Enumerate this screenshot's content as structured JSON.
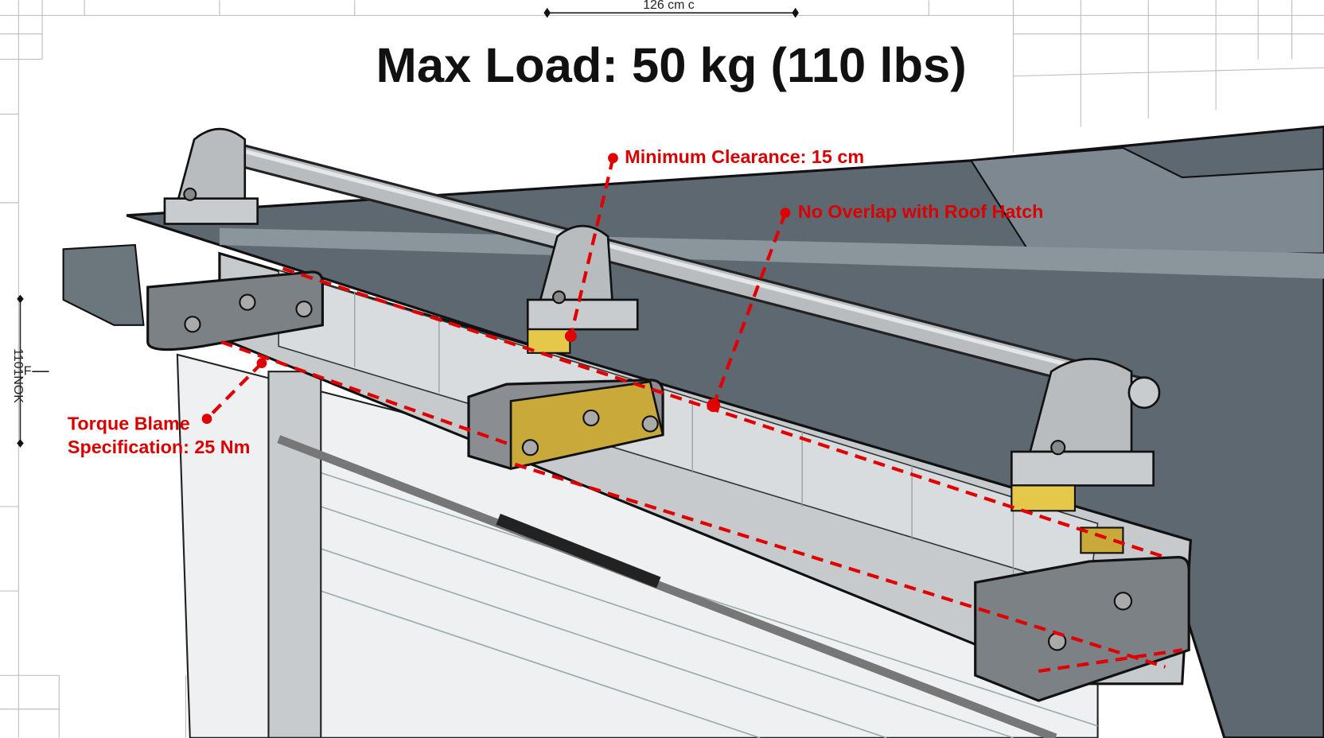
{
  "title": "Max Load: 50 kg (110 lbs)",
  "dimensions": {
    "top": "126 cm c",
    "left": "1101NOK",
    "left_marker": "F"
  },
  "callouts": [
    {
      "label": "Minimum Clearance: 15 cm"
    },
    {
      "label": "No Overlap with Roof Hatch"
    },
    {
      "line1": "Torque Blame",
      "line2": "Specification: 25 Nm"
    }
  ],
  "colors": {
    "callout": "#e00000",
    "roof": "#5e6870",
    "brass": "#c9a93a",
    "metal": "#b8bcbf"
  }
}
